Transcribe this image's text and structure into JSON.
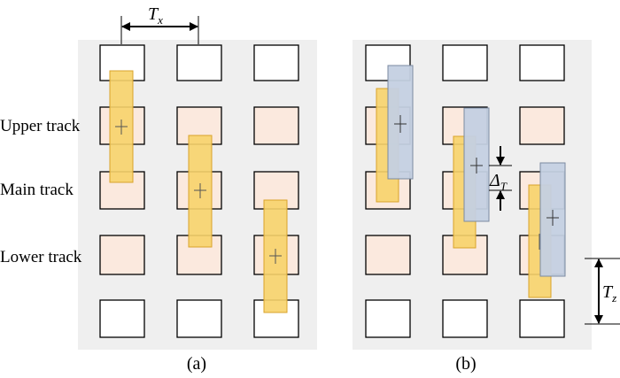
{
  "labels": {
    "upper_track": "Upper track",
    "main_track": "Main track",
    "lower_track": "Lower track",
    "panel_a": "(a)",
    "panel_b": "(b)"
  },
  "dimensions": {
    "tx_main": "T",
    "tx_sub": "x",
    "tz_main": "T",
    "tz_sub": "z",
    "delta_main": "Δ",
    "delta_sub": "T"
  },
  "colors": {
    "background": "#efefef",
    "empty_cell": "#ffffff",
    "track_cell": "#fbe9de",
    "yellow_bar": "#f7d36a",
    "yellow_stroke": "#d9a32a",
    "blue_bar": "#c4d0e2",
    "blue_stroke": "#7b8aa0",
    "outline": "#000000"
  }
}
